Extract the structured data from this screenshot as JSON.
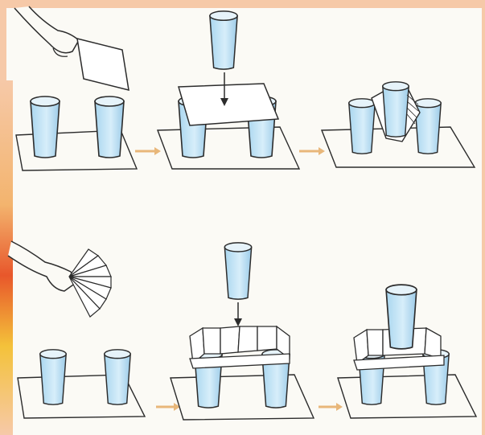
{
  "illustration": {
    "rows": [
      {
        "name": "flat-paper-bridge",
        "steps": [
          "hand-holding-paper",
          "cup-on-flat-paper",
          "paper-collapses"
        ]
      },
      {
        "name": "folded-paper-bridge",
        "steps": [
          "hand-holding-fan",
          "cup-on-folded-paper",
          "paper-holds-cup"
        ]
      }
    ]
  },
  "colors": {
    "border": "#f6c9a8",
    "paper": "#fbfaf5",
    "water": "#bfe0f2",
    "ink": "#2c2c2c",
    "arrow": "#e8b77a"
  }
}
